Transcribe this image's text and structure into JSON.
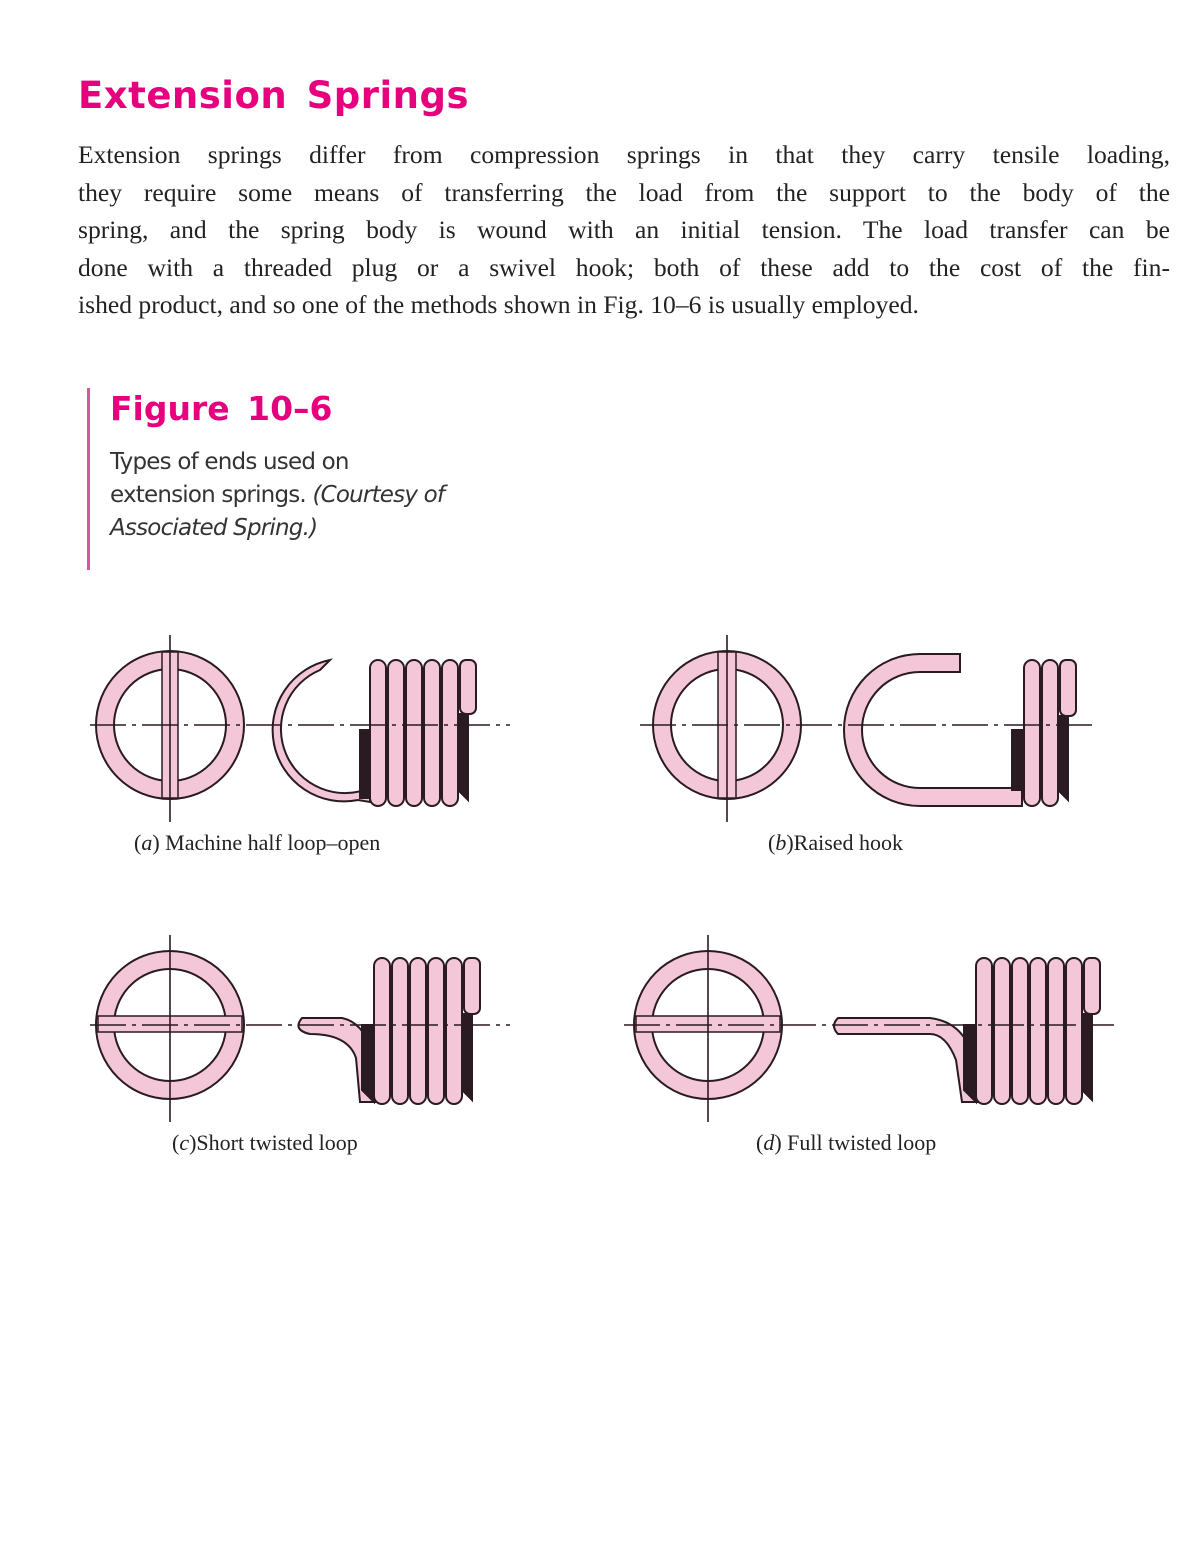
{
  "section": {
    "heading": "Extension Springs",
    "paragraph_lines": [
      "Extension springs differ from compression springs in that they carry tensile loading,",
      "they require some means of transferring the load from the support to the body of the",
      "spring, and the spring body is wound with an initial tension. The load transfer can be",
      "done with a threaded plug or a swivel hook; both of these add to the cost of the fin-",
      "ished product, and so one of the methods shown in Fig. 10–6 is usually employed."
    ]
  },
  "figure": {
    "title": "Figure 10–6",
    "caption_plain": "Types of ends used on extension springs.",
    "caption_italic": "(Courtesy of Associated Spring.)",
    "caption_lines": [
      "Types of ends used on",
      "extension springs. ",
      "(Courtesy of",
      "Associated Spring.)"
    ],
    "colors": {
      "accent": "#e6007e",
      "rule": "#d6569c",
      "spring_fill": "#f3c6d8",
      "outline": "#2a1a22"
    },
    "panels": [
      {
        "letter": "a",
        "label": "Machine half loop–open"
      },
      {
        "letter": "b",
        "label": "Raised hook"
      },
      {
        "letter": "c",
        "label": "Short twisted loop"
      },
      {
        "letter": "d",
        "label": "Full twisted loop"
      }
    ]
  }
}
